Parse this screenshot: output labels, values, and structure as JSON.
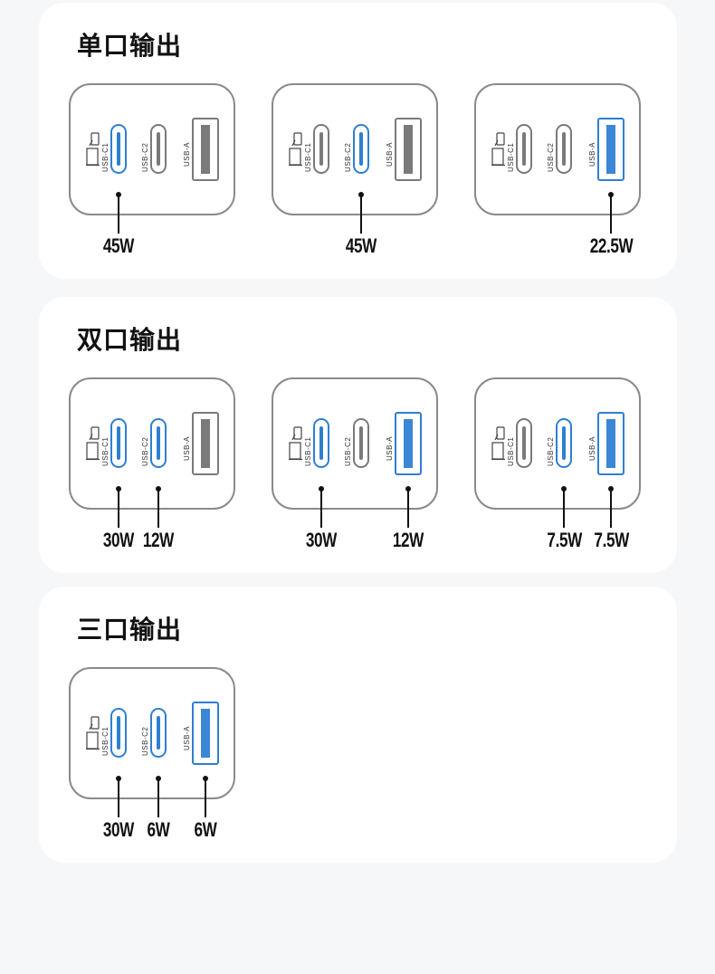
{
  "colors": {
    "page_bg": "#f6f7f9",
    "card_bg": "#ffffff",
    "active_port": "#2f7fd1",
    "inactive_port": "#7a7a7a",
    "outline": "#8a8a8a"
  },
  "port_labels": {
    "c1": "USB-C1",
    "c2": "USB-C2",
    "a": "USB-A"
  },
  "icons": {
    "device": "laptop-phone-icon"
  },
  "sections": [
    {
      "title": "单口输出",
      "configs": [
        {
          "active": [
            "c1"
          ],
          "outputs": [
            {
              "port": "c1",
              "watt": "45W"
            }
          ]
        },
        {
          "active": [
            "c2"
          ],
          "outputs": [
            {
              "port": "c2",
              "watt": "45W"
            }
          ]
        },
        {
          "active": [
            "a"
          ],
          "outputs": [
            {
              "port": "a",
              "watt": "22.5W"
            }
          ]
        }
      ]
    },
    {
      "title": "双口输出",
      "configs": [
        {
          "active": [
            "c1",
            "c2"
          ],
          "outputs": [
            {
              "port": "c1",
              "watt": "30W"
            },
            {
              "port": "c2",
              "watt": "12W"
            }
          ]
        },
        {
          "active": [
            "c1",
            "a"
          ],
          "outputs": [
            {
              "port": "c1",
              "watt": "30W"
            },
            {
              "port": "a",
              "watt": "12W"
            }
          ]
        },
        {
          "active": [
            "c2",
            "a"
          ],
          "outputs": [
            {
              "port": "c2",
              "watt": "7.5W"
            },
            {
              "port": "a",
              "watt": "7.5W"
            }
          ]
        }
      ]
    },
    {
      "title": "三口输出",
      "configs": [
        {
          "active": [
            "c1",
            "c2",
            "a"
          ],
          "outputs": [
            {
              "port": "c1",
              "watt": "30W"
            },
            {
              "port": "c2",
              "watt": "6W"
            },
            {
              "port": "a",
              "watt": "6W"
            }
          ]
        }
      ]
    }
  ]
}
